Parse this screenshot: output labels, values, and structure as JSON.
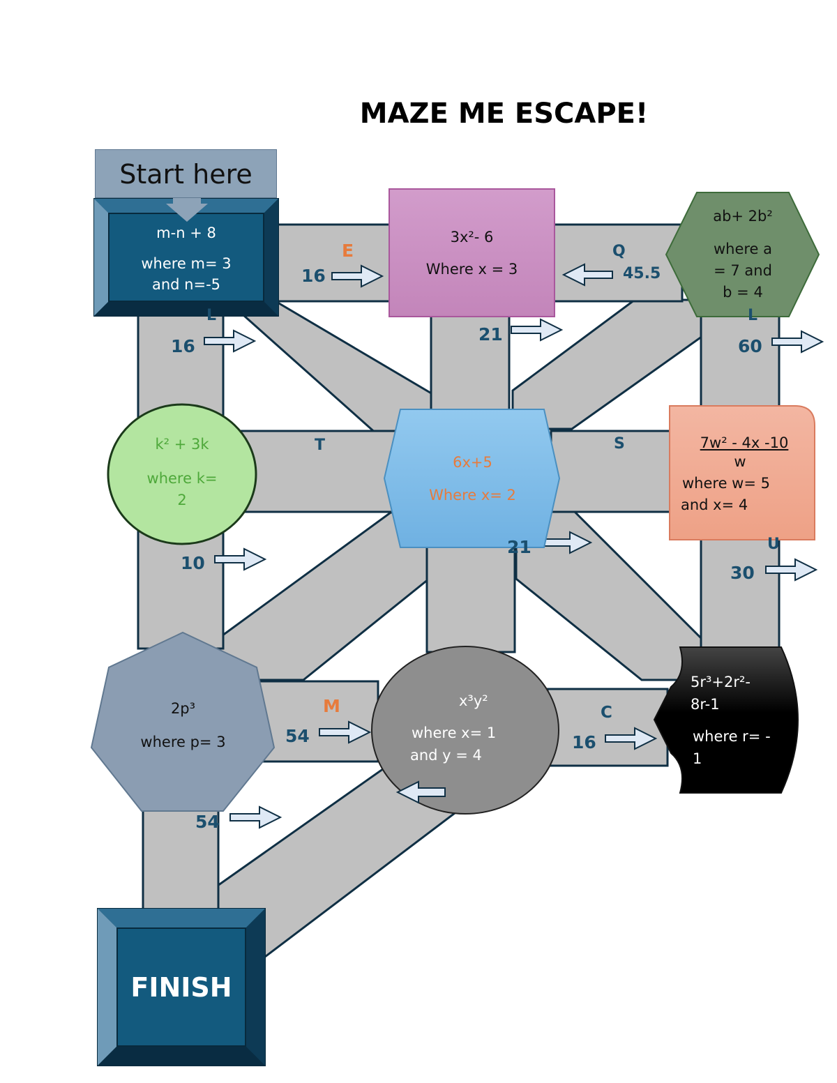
{
  "title": "MAZE ME ESCAPE!",
  "start_label": "Start here",
  "finish_label": "FINISH",
  "nodes": {
    "mn": {
      "expr": "m-n + 8",
      "line1": "where m= 3",
      "line2": "and n=-5"
    },
    "sq3x": {
      "expr": "3x²- 6",
      "line1": "Where x = 3"
    },
    "ab": {
      "expr": "ab+ 2b²",
      "line1": "where a",
      "line2": "= 7 and",
      "line3": "b = 4"
    },
    "k": {
      "expr": "k² + 3k",
      "line1": "where k=",
      "line2": "2"
    },
    "six": {
      "expr": "6x+5",
      "line1": "Where x= 2"
    },
    "w": {
      "expr": "7w² - 4x -10",
      "expr_den": "w",
      "line1": "where w= 5",
      "line2": "and x= 4"
    },
    "p": {
      "expr": "2p³",
      "line1": "where p= 3"
    },
    "xy": {
      "expr": "x³y²",
      "line1": "where x= 1",
      "line2": "and y = 4"
    },
    "r": {
      "expr": "5r³+2r²-",
      "expr2": "8r-1",
      "line1": "where r= -",
      "line2": "1"
    }
  },
  "path_labels": {
    "e_letter": "E",
    "e_value": "16",
    "q_letter": "Q",
    "q_value": "45.5",
    "l1_letter": "L",
    "l1_value": "16",
    "v21a": "21",
    "l2_letter": "L",
    "l2_value": "60",
    "t_letter": "T",
    "s_letter": "S",
    "v10": "10",
    "v21b": "21",
    "u_letter": "U",
    "v30": "30",
    "m_letter": "M",
    "m_value": "54",
    "c_letter": "C",
    "c_value": "16",
    "v54b": "54"
  },
  "colors": {
    "path": "#c0c0c0",
    "path_edge": "#0f2f44",
    "dark_box": "#135a7e",
    "pink": "#c98fbf",
    "green_hex": "#6f8f6b",
    "circle_green": "#b3e5a0",
    "blue_hex": "#7fbfea",
    "salmon": "#f1ad97",
    "slate": "#8b9db2",
    "grey_circle": "#8e8e8e",
    "black": "#000000",
    "label_blue": "#1b4f6e",
    "orange": "#e77b3c"
  }
}
